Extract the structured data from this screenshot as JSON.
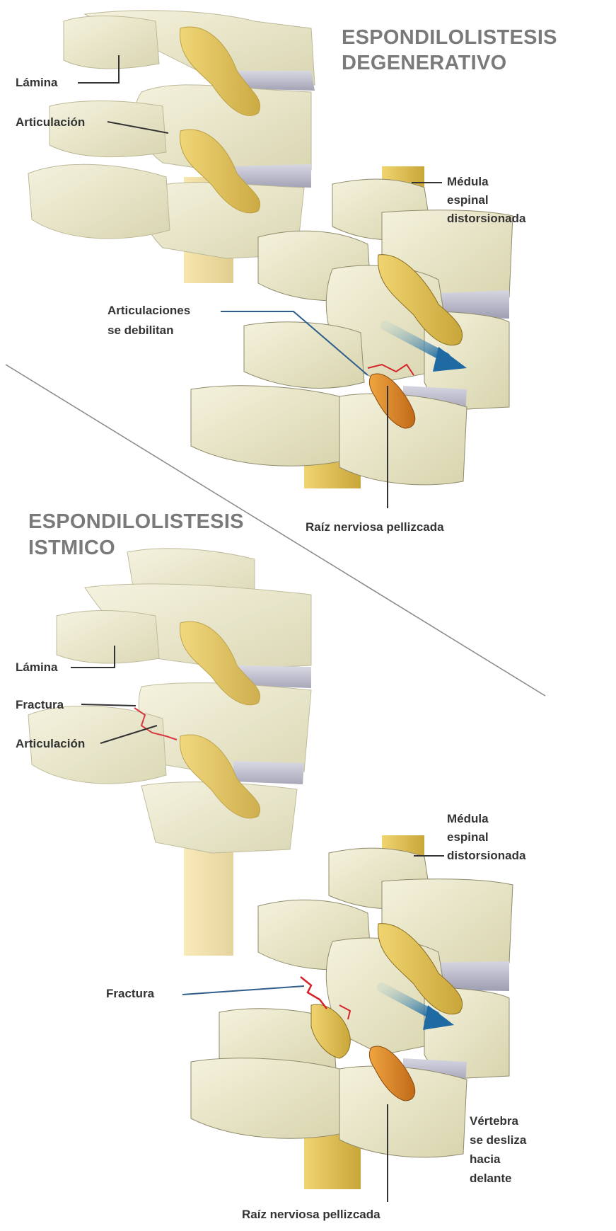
{
  "degenerative": {
    "title_line1": "ESPONDILOLISTESIS",
    "title_line2": "DEGENERATIVO",
    "lamina": "Lámina",
    "articulacion": "Articulación",
    "medula_line1": "Médula",
    "medula_line2": "espinal",
    "medula_line3": "distorsionada",
    "articulaciones_line1": "Articulaciones",
    "articulaciones_line2": "se debilitan",
    "raiz": "Raíz nerviosa pellizcada"
  },
  "isthmic": {
    "title_line1": "ESPONDILOLISTESIS",
    "title_line2": "ISTMICO",
    "lamina": "Lámina",
    "fractura_upper": "Fractura",
    "articulacion": "Articulación",
    "medula_line1": "Médula",
    "medula_line2": "espinal",
    "medula_line3": "distorsionada",
    "fractura_lower": "Fractura",
    "vertebra_line1": "Vértebra",
    "vertebra_line2": "se desliza",
    "vertebra_line3": "hacia",
    "vertebra_line4": "delante",
    "raiz": "Raíz nerviosa pellizcada"
  },
  "colors": {
    "bone": "#e9e6c7",
    "bone_shade": "#cfcba3",
    "disc": "#b8b8c8",
    "cord": "#e2c25a",
    "nerve": "#d98a2b",
    "arrow": "#2f78a8",
    "fracture": "#d2242a",
    "title": "#7a7a7a",
    "divider": "#888888"
  }
}
